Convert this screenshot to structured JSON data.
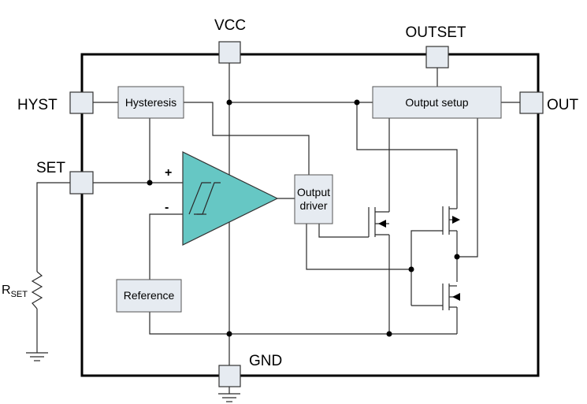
{
  "pins": {
    "vcc": "VCC",
    "outset": "OUTSET",
    "hyst": "HYST",
    "out": "OUT",
    "set": "SET",
    "gnd": "GND"
  },
  "blocks": {
    "hysteresis": "Hysteresis",
    "output_setup": "Output setup",
    "output_driver_line1": "Output",
    "output_driver_line2": "driver",
    "reference": "Reference"
  },
  "comparator": {
    "plus": "+",
    "minus": "-",
    "fill_color": "#66c7c4"
  },
  "resistor": {
    "label_main": "R",
    "label_sub": "SET"
  }
}
